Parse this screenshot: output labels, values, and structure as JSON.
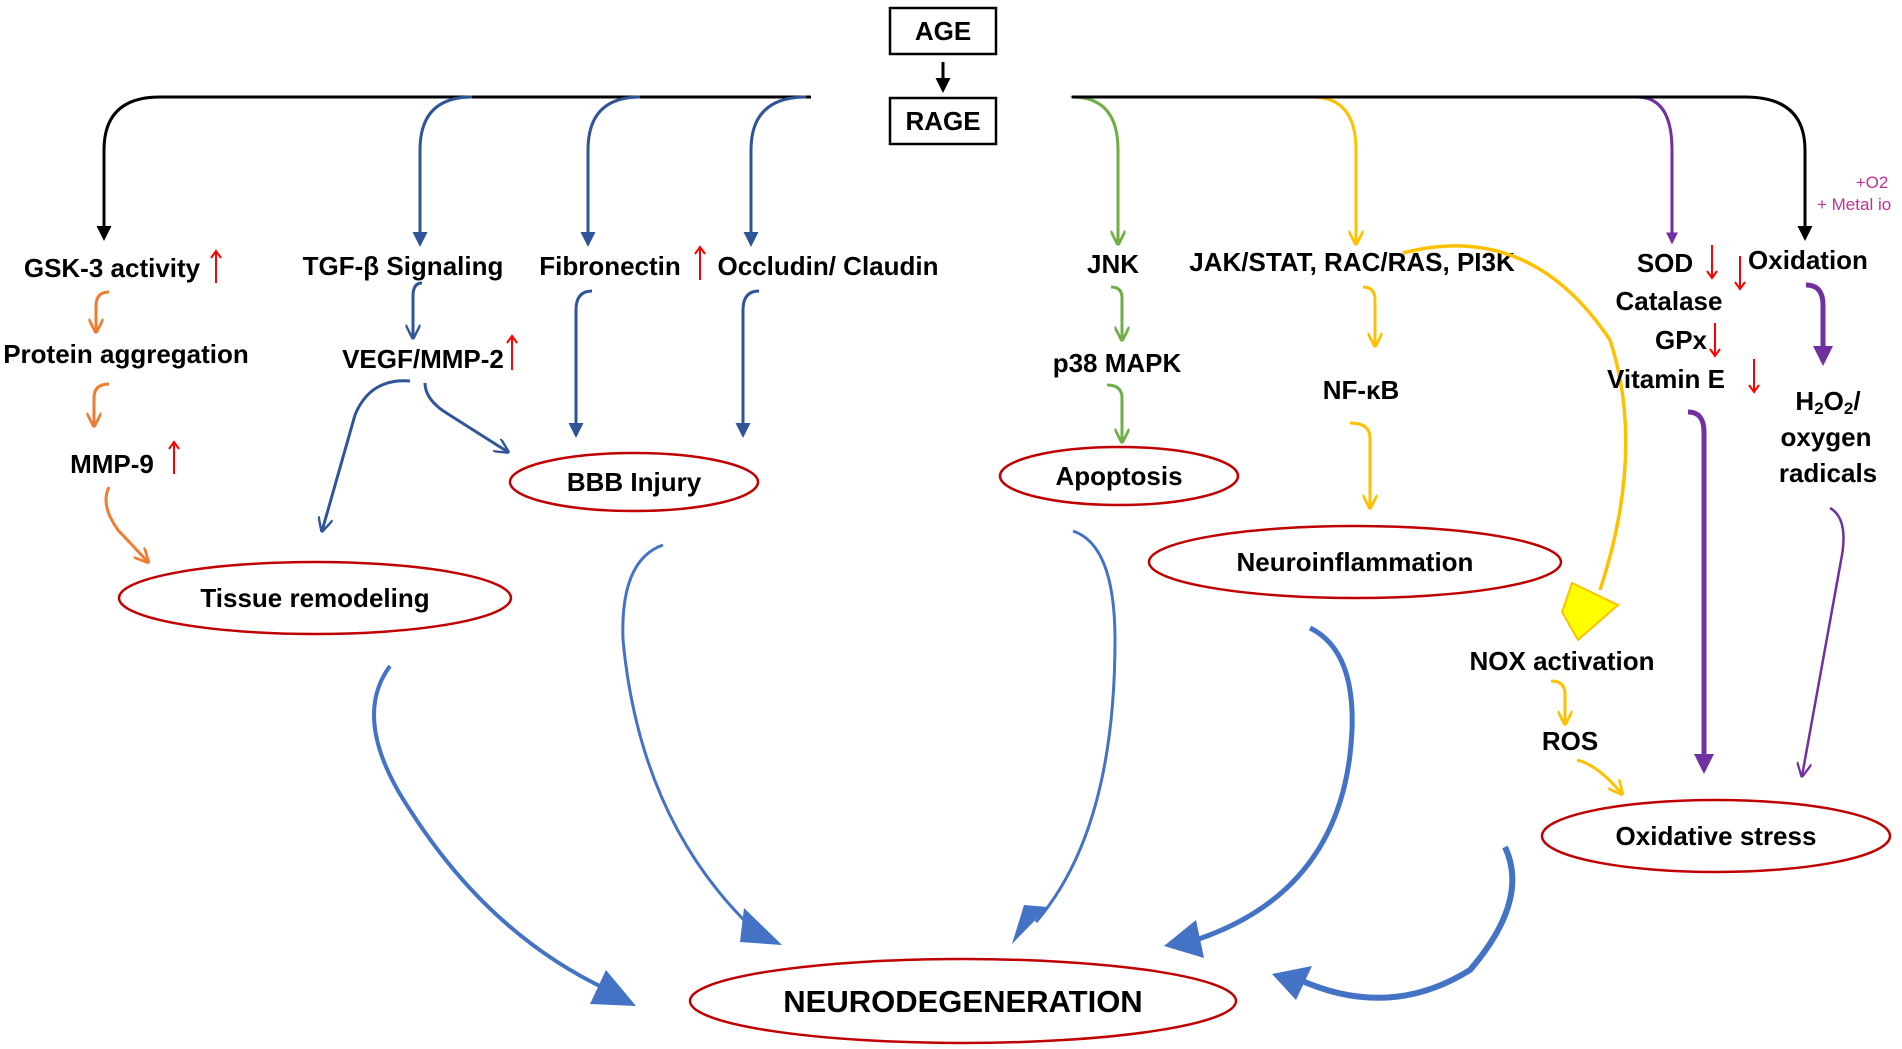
{
  "source": {
    "age": "AGE",
    "rage": "RAGE"
  },
  "branch_left": {
    "gsk3": "GSK-3  activity",
    "protein_aggregation": "Protein aggregation",
    "mmp9": "MMP-9"
  },
  "branch_tgf": {
    "tgf": "TGF-β  Signaling",
    "vegf": "VEGF/MMP-2"
  },
  "branch_bbb": {
    "fibronectin": "Fibronectin",
    "occludin": "Occludin/  Claudin"
  },
  "branch_jnk": {
    "jnk": "JNK",
    "p38": "p38 MAPK"
  },
  "branch_jak": {
    "jak": "JAK/STAT,  RAC/RAS,  PI3K",
    "nfkb": "NF-κB",
    "nox": "NOX activation",
    "ros": "ROS"
  },
  "branch_antioxidant": {
    "sod": "SOD",
    "catalase": "Catalase",
    "gpx": "GPx",
    "vitamin_e": "Vitamin  E"
  },
  "branch_oxidation": {
    "oxidation": "Oxidation",
    "o2": "+O2",
    "metal_ions": "+ Metal io",
    "h2o2_a": "H",
    "h2o2_sub1": "2",
    "h2o2_b": "O",
    "h2o2_sub2": "2",
    "h2o2_c": "/",
    "oxygen": "oxygen",
    "radicals": "radicals"
  },
  "outcomes": {
    "tissue_remodeling": "Tissue  remodeling",
    "bbb_injury": "BBB Injury",
    "apoptosis": "Apoptosis",
    "neuroinflammation": "Neuroinflammation",
    "oxidative_stress": "Oxidative stress",
    "neurodegeneration": "NEURODEGENERATION"
  },
  "indicators": {
    "up": "increased",
    "down": "decreased"
  },
  "colors": {
    "black": "#000000",
    "dark_blue": "#2f5597",
    "mid_blue": "#4472c4",
    "orange": "#ed7d31",
    "green": "#70ad47",
    "yellow": "#ffc000",
    "bright_yellow": "#ffff00",
    "purple": "#7030a0",
    "ellipse_border": "#c00000",
    "indicator_red": "#ff0000",
    "pink_text": "#c0309a"
  }
}
